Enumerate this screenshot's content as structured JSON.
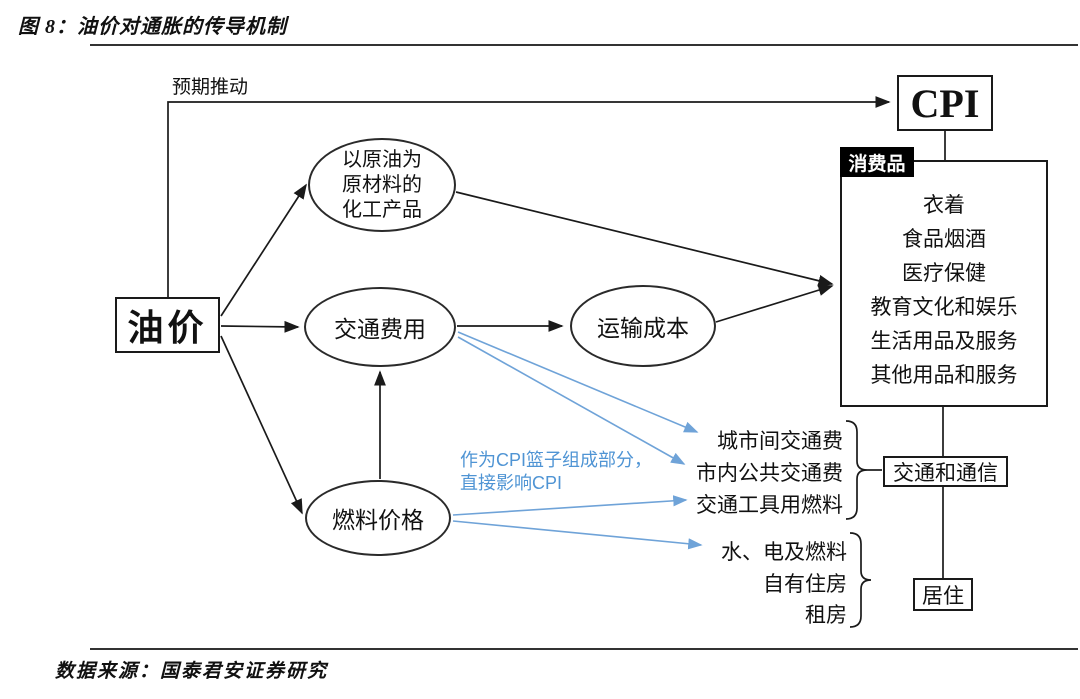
{
  "figure": {
    "title": "图 8：油价对通胀的传导机制",
    "source": "数据来源：国泰君安证券研究"
  },
  "nodes": {
    "oil_price": "油价",
    "expectation_label": "预期推动",
    "cpi": "CPI",
    "consumer_goods_tag": "消费品",
    "chem_product_line1": "以原油为",
    "chem_product_line2": "原材料的",
    "chem_product_line3": "化工产品",
    "transport_fee": "交通费用",
    "shipping_cost": "运输成本",
    "fuel_price": "燃料价格",
    "transport_comm": "交通和通信",
    "residence": "居住"
  },
  "consumer_goods_items": [
    "衣着",
    "食品烟酒",
    "医疗保健",
    "教育文化和娱乐",
    "生活用品及服务",
    "其他用品和服务"
  ],
  "transport_items": [
    "城市间交通费",
    "市内公共交通费",
    "交通工具用燃料"
  ],
  "residence_items": [
    "水、电及燃料",
    "自有住房",
    "租房"
  ],
  "annotation": {
    "line1": "作为CPI篮子组成部分，",
    "line2": "直接影响CPI"
  },
  "colors": {
    "accent_blue": "#4f94d4",
    "line_black": "#1a1a1a"
  }
}
